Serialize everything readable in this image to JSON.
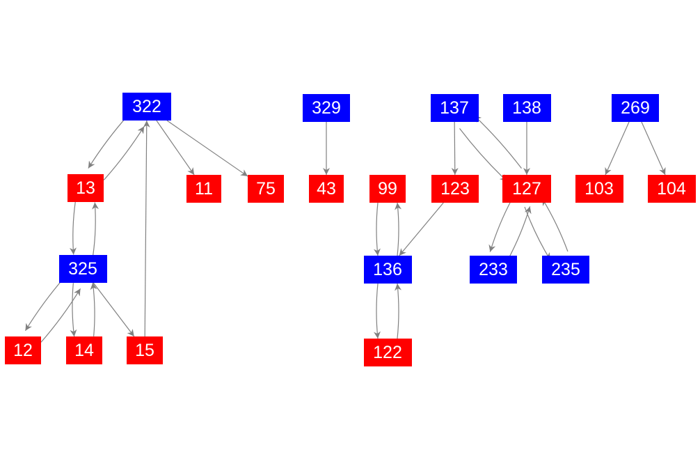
{
  "colors": {
    "blue": "#0000ff",
    "red": "#ff0000",
    "edge": "#808080"
  },
  "nodes": [
    {
      "id": "322",
      "label": "322",
      "color": "blue"
    },
    {
      "id": "329",
      "label": "329",
      "color": "blue"
    },
    {
      "id": "137",
      "label": "137",
      "color": "blue"
    },
    {
      "id": "138",
      "label": "138",
      "color": "blue"
    },
    {
      "id": "269",
      "label": "269",
      "color": "blue"
    },
    {
      "id": "13",
      "label": "13",
      "color": "red"
    },
    {
      "id": "11",
      "label": "11",
      "color": "red"
    },
    {
      "id": "75",
      "label": "75",
      "color": "red"
    },
    {
      "id": "43",
      "label": "43",
      "color": "red"
    },
    {
      "id": "99",
      "label": "99",
      "color": "red"
    },
    {
      "id": "123",
      "label": "123",
      "color": "red"
    },
    {
      "id": "127",
      "label": "127",
      "color": "red"
    },
    {
      "id": "103",
      "label": "103",
      "color": "red"
    },
    {
      "id": "104",
      "label": "104",
      "color": "red"
    },
    {
      "id": "325",
      "label": "325",
      "color": "blue"
    },
    {
      "id": "136",
      "label": "136",
      "color": "blue"
    },
    {
      "id": "233",
      "label": "233",
      "color": "blue"
    },
    {
      "id": "235",
      "label": "235",
      "color": "blue"
    },
    {
      "id": "12",
      "label": "12",
      "color": "red"
    },
    {
      "id": "14",
      "label": "14",
      "color": "red"
    },
    {
      "id": "15",
      "label": "15",
      "color": "red"
    },
    {
      "id": "122",
      "label": "122",
      "color": "red"
    }
  ],
  "edges": [
    [
      "322",
      "13"
    ],
    [
      "13",
      "322"
    ],
    [
      "322",
      "11"
    ],
    [
      "322",
      "75"
    ],
    [
      "13",
      "325"
    ],
    [
      "325",
      "13"
    ],
    [
      "325",
      "12"
    ],
    [
      "12",
      "325"
    ],
    [
      "325",
      "14"
    ],
    [
      "14",
      "325"
    ],
    [
      "325",
      "15"
    ],
    [
      "15",
      "322"
    ],
    [
      "329",
      "43"
    ],
    [
      "137",
      "123"
    ],
    [
      "137",
      "127"
    ],
    [
      "127",
      "137"
    ],
    [
      "138",
      "127"
    ],
    [
      "123",
      "136"
    ],
    [
      "99",
      "136"
    ],
    [
      "136",
      "99"
    ],
    [
      "136",
      "122"
    ],
    [
      "122",
      "136"
    ],
    [
      "127",
      "233"
    ],
    [
      "233",
      "127"
    ],
    [
      "127",
      "235"
    ],
    [
      "235",
      "127"
    ],
    [
      "269",
      "103"
    ],
    [
      "269",
      "104"
    ]
  ]
}
